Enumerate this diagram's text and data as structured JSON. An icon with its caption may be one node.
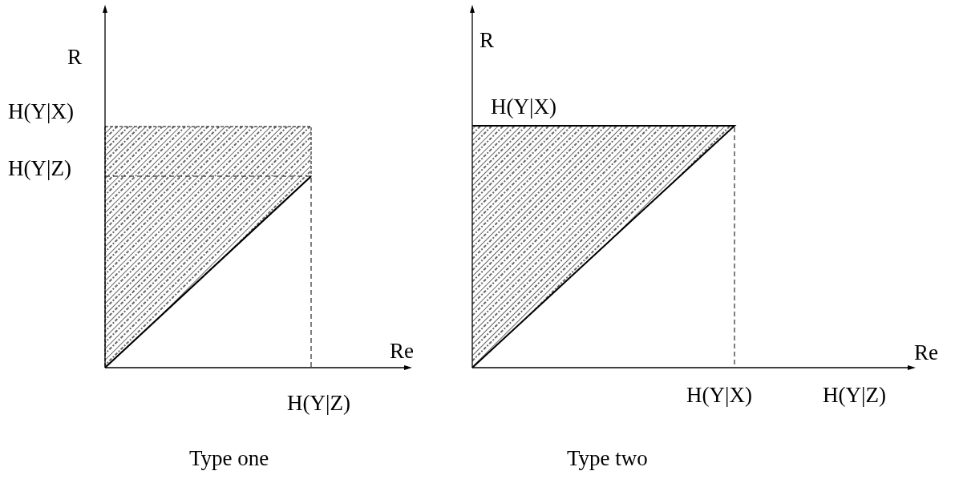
{
  "diagram": {
    "labels": [
      "R",
      "H(Y|X)",
      "H(Y|Z)",
      "Re",
      "H(Y|Z)",
      "Type one",
      "R",
      "H(Y|X)",
      "Re",
      "H(Y|X)",
      "H(Y|Z)",
      "Type two"
    ]
  }
}
